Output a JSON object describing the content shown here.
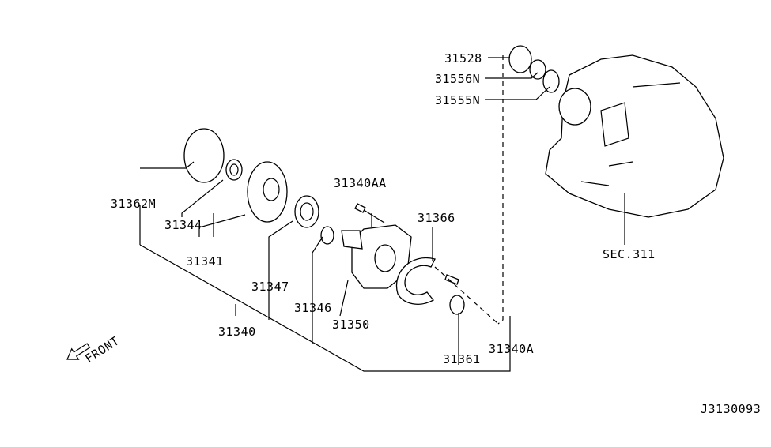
{
  "diagram_id": "J3130093",
  "labels": {
    "p31528": "31528",
    "p31556N": "31556N",
    "p31555N": "31555N",
    "p31362M": "31362M",
    "p31344": "31344",
    "p31341": "31341",
    "p31347": "31347",
    "p31346": "31346",
    "p31340AA": "31340AA",
    "p31366": "31366",
    "p31350": "31350",
    "p31340": "31340",
    "p31361": "31361",
    "p31340A": "31340A",
    "sec": "SEC.311",
    "front": "FRONT"
  }
}
